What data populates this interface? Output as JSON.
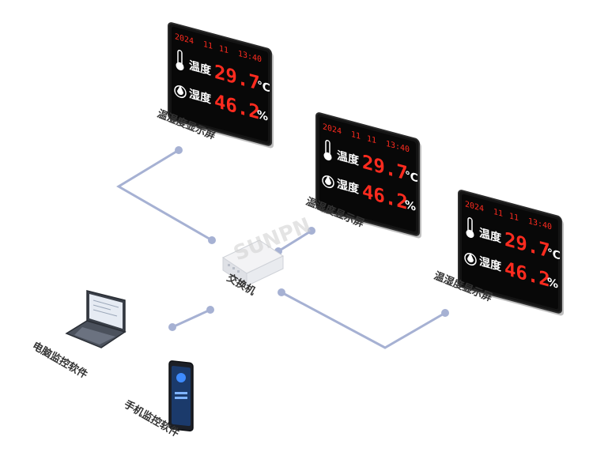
{
  "colors": {
    "line": "#a6b1d3",
    "screen_body": "#141414",
    "led_red": "#ff2b1f"
  },
  "displays": [
    {
      "id": "display-1",
      "year": "2024",
      "month": "11",
      "day": "11",
      "time": "13:40",
      "temp_label": "温度",
      "temp_value": "29.7",
      "temp_unit": "℃",
      "hum_label": "湿度",
      "hum_value": "46.2",
      "hum_unit": "%",
      "caption": "温湿度显示屏"
    },
    {
      "id": "display-2",
      "year": "2024",
      "month": "11",
      "day": "11",
      "time": "13:40",
      "temp_label": "温度",
      "temp_value": "29.7",
      "temp_unit": "℃",
      "hum_label": "湿度",
      "hum_value": "46.2",
      "hum_unit": "%",
      "caption": "温湿度显示屏"
    },
    {
      "id": "display-3",
      "year": "2024",
      "month": "11",
      "day": "11",
      "time": "13:40",
      "temp_label": "温度",
      "temp_value": "29.7",
      "temp_unit": "℃",
      "hum_label": "湿度",
      "hum_value": "46.2",
      "hum_unit": "%",
      "caption": "温湿度显示屏"
    }
  ],
  "switch": {
    "label": "交换机"
  },
  "laptop": {
    "label": "电脑监控软件"
  },
  "phone": {
    "label": "手机监控软件"
  },
  "watermark": "SUNPN"
}
